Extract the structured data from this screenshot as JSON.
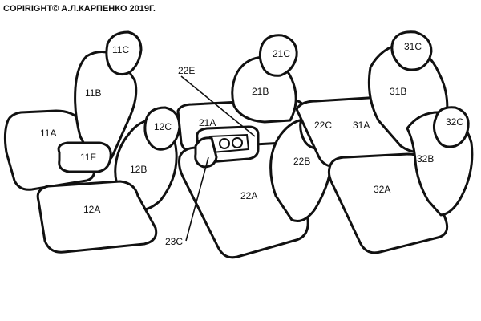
{
  "copyright": "COPIRIGHT© А.Л.КАРПЕНКО 2019Г.",
  "labels": {
    "l11c": "11C",
    "l11b": "11B",
    "l11a": "11A",
    "l11f": "11F",
    "l12c": "12C",
    "l12b": "12B",
    "l12a": "12A",
    "l22e": "22E",
    "l21a": "21A",
    "l21c": "21C",
    "l21b": "21B",
    "l22c": "22C",
    "l22b": "22B",
    "l22a": "22A",
    "l23c": "23C",
    "l31c": "31C",
    "l31b": "31B",
    "l31a": "31A",
    "l32c": "32C",
    "l32b": "32B",
    "l32a": "32A"
  }
}
